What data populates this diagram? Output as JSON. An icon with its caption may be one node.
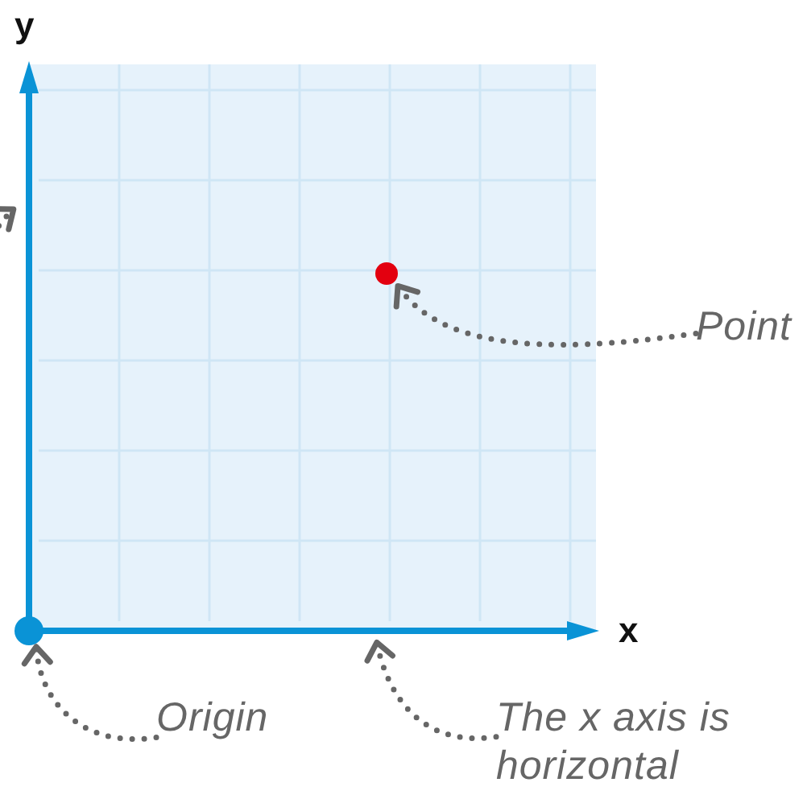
{
  "diagram": {
    "nodes": [
      {
        "text": [],
        "shape": "bar",
        "beside": [
          "y"
        ]
      },
      {
        "text": [],
        "shape": "circle"
      },
      {
        "text": [
          "Point"
        ]
      },
      {
        "text": [],
        "shape": "bar",
        "beside": [
          "x"
        ]
      },
      {
        "text": [],
        "shape": "circle"
      },
      {
        "text": [
          "Origin"
        ]
      },
      {
        "text": [
          "The x axis is horizontal"
        ]
      }
    ],
    "edges": [
      {
        "from": 2,
        "to": 1,
        "arrow": "to",
        "style": "dashed"
      },
      {
        "from": 5,
        "to": 4,
        "arrow": "to",
        "style": "dashed"
      },
      {
        "from": 6,
        "to": 3,
        "arrow": "to",
        "style": "dashed"
      },
      {
        "from": null,
        "to": 0,
        "arrow": "to",
        "style": "dashed"
      }
    ]
  }
}
